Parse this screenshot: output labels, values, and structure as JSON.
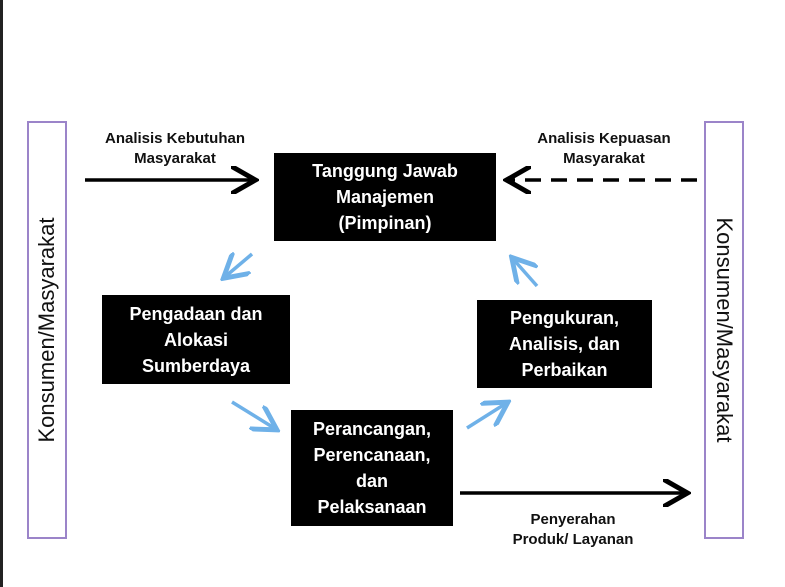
{
  "sides": {
    "left_label": "Konsumen/Masyarakat",
    "right_label": "Konsumen/Masyarakat"
  },
  "nodes": {
    "management": "Tanggung Jawab\nManajemen\n(Pimpinan)",
    "resources": "Pengadaan dan\nAlokasi\nSumberdaya",
    "planning": "Perancangan,\nPerencanaan,\ndan\nPelaksanaan",
    "measurement": "Pengukuran,\nAnalisis, dan\nPerbaikan"
  },
  "captions": {
    "needs_analysis": "Analisis Kebutuhan\nMasyarakat",
    "satisfaction_analysis": "Analisis Kepuasan\nMasyarakat",
    "delivery": "Penyerahan\nProduk/ Layanan"
  },
  "colors": {
    "node_fill": "#000000",
    "node_text": "#ffffff",
    "side_border": "#9b84c9",
    "cycle_arrow": "#6fb1e8",
    "flow_arrow": "#000000"
  }
}
